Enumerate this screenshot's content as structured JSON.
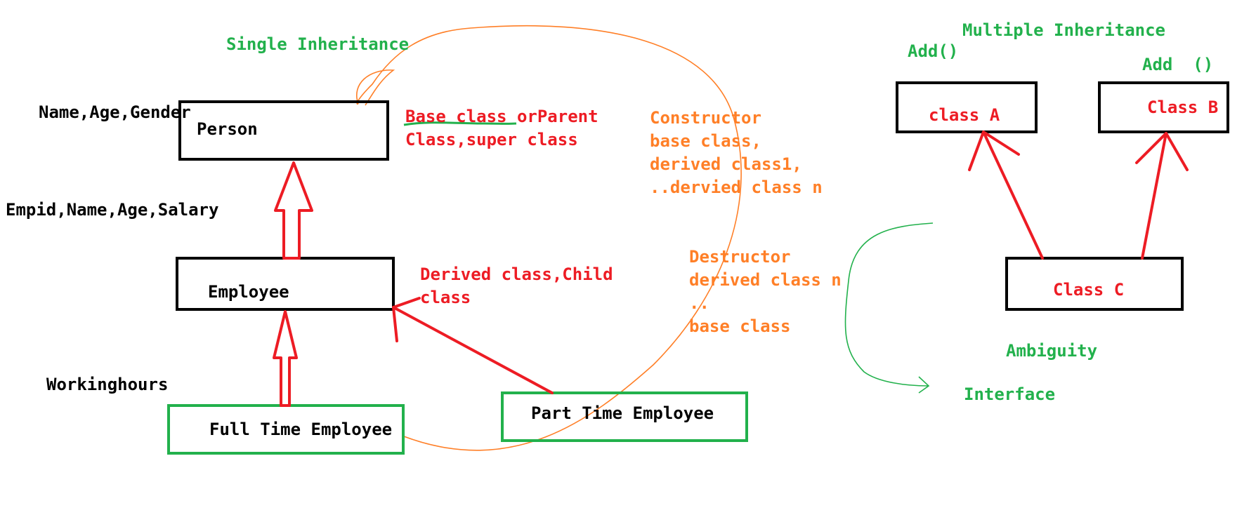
{
  "colors": {
    "black": "#000000",
    "red": "#ed1c24",
    "green": "#22b14c",
    "orange": "#ff7f27"
  },
  "single": {
    "title": "Single Inheritance",
    "person_attrs": "Name,Age,Gender",
    "person": "Person",
    "base_note": [
      "Base class orParent",
      "Class,super class"
    ],
    "employee_attrs": "Empid,Name,Age,Salary",
    "employee": "Employee",
    "derived_note": [
      "Derived class,Child",
      "class"
    ],
    "fulltime_attrs": "Workinghours",
    "fulltime": "Full Time Employee",
    "parttime": "Part Time Employee"
  },
  "constructor_note": [
    "Constructor",
    "base class,",
    "derived class1,",
    "..dervied class n"
  ],
  "destructor_note": [
    "Destructor",
    "derived class n",
    "..",
    "base class"
  ],
  "multiple": {
    "title": "Multiple Inheritance",
    "add_a": "Add()",
    "add_b": "Add  ()",
    "class_a": "class A",
    "class_b": "Class B",
    "class_c": "Class C",
    "ambiguity": "Ambiguity",
    "interface": "Interface"
  }
}
